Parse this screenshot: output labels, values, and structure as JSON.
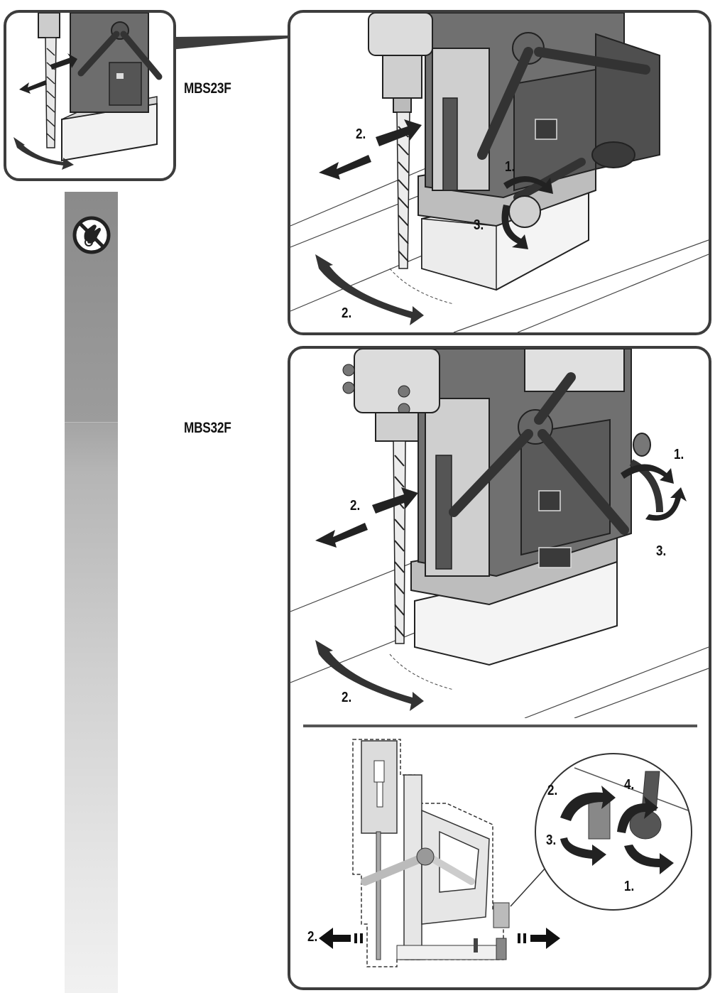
{
  "models": {
    "first": "MBS23F",
    "second": "MBS32F"
  },
  "thumbnail_panel": {},
  "panel_top": {
    "steps": {
      "s1": "1.",
      "s2_arrows": "2.",
      "s2_rotate": "2.",
      "s3": "3."
    }
  },
  "panel_bottom": {
    "steps": {
      "s1": "1.",
      "s2_arrows": "2.",
      "s2_rotate": "2.",
      "s3": "3."
    }
  },
  "panel_bottom_diagram": {
    "steps": {
      "s2_left": "2.",
      "detail_1": "1.",
      "detail_2": "2.",
      "detail_3": "3.",
      "detail_4": "4."
    }
  },
  "icons": {
    "prohibition": "no-gloves-icon"
  }
}
